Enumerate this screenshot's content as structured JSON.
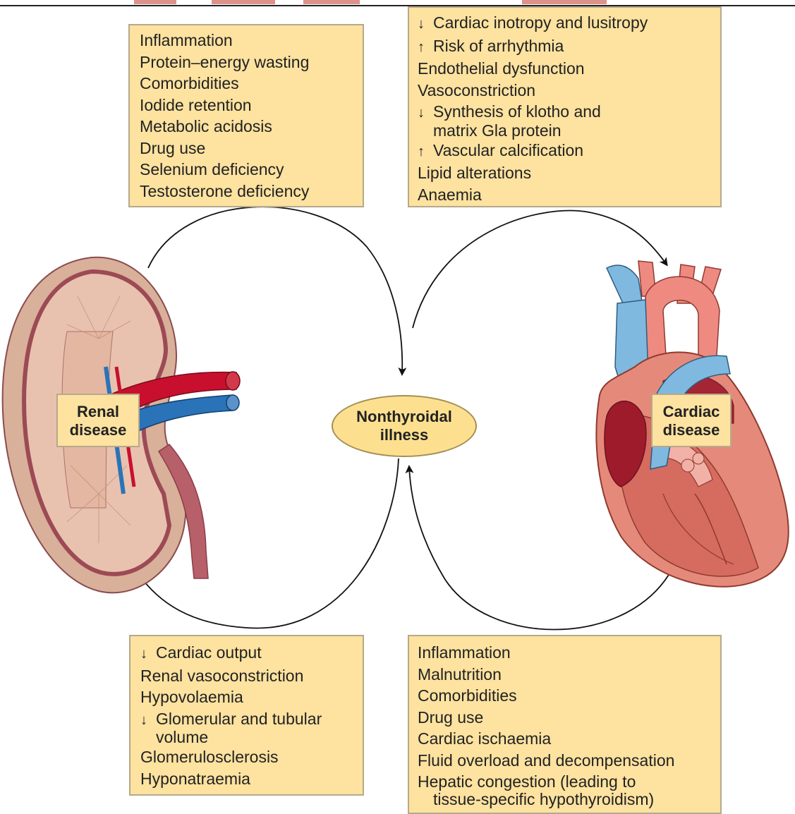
{
  "top_left_box": {
    "items": [
      {
        "arrow": "",
        "text": "Inflammation"
      },
      {
        "arrow": "",
        "text": "Protein–energy wasting"
      },
      {
        "arrow": "",
        "text": "Comorbidities"
      },
      {
        "arrow": "",
        "text": "Iodide retention"
      },
      {
        "arrow": "",
        "text": "Metabolic acidosis"
      },
      {
        "arrow": "",
        "text": "Drug use"
      },
      {
        "arrow": "",
        "text": "Selenium deficiency"
      },
      {
        "arrow": "",
        "text": "Testosterone deficiency"
      }
    ]
  },
  "top_right_box": {
    "items": [
      {
        "arrow": "↓",
        "text": "Cardiac inotropy and lusitropy"
      },
      {
        "arrow": "↑",
        "text": "Risk of arrhythmia"
      },
      {
        "arrow": "",
        "text": "Endothelial dysfunction"
      },
      {
        "arrow": "",
        "text": "Vasoconstriction"
      },
      {
        "arrow": "↓",
        "text": "Synthesis of klotho and",
        "cont": "matrix Gla protein"
      },
      {
        "arrow": "↑",
        "text": "Vascular calcification"
      },
      {
        "arrow": "",
        "text": "Lipid alterations"
      },
      {
        "arrow": "",
        "text": "Anaemia"
      }
    ]
  },
  "bottom_left_box": {
    "items": [
      {
        "arrow": "↓",
        "text": "Cardiac output"
      },
      {
        "arrow": "",
        "text": "Renal vasoconstriction"
      },
      {
        "arrow": "",
        "text": "Hypovolaemia"
      },
      {
        "arrow": "↓",
        "text": "Glomerular and tubular",
        "cont": "volume"
      },
      {
        "arrow": "",
        "text": "Glomerulosclerosis"
      },
      {
        "arrow": "",
        "text": "Hyponatraemia"
      }
    ]
  },
  "bottom_right_box": {
    "items": [
      {
        "arrow": "",
        "text": "Inflammation"
      },
      {
        "arrow": "",
        "text": "Malnutrition"
      },
      {
        "arrow": "",
        "text": "Comorbidities"
      },
      {
        "arrow": "",
        "text": "Drug use"
      },
      {
        "arrow": "",
        "text": "Cardiac ischaemia"
      },
      {
        "arrow": "",
        "text": "Fluid overload and decompensation"
      },
      {
        "arrow": "",
        "text": "Hepatic congestion (leading to",
        "cont": "tissue-specific hypothyroidism)"
      }
    ]
  },
  "labels": {
    "renal_line1": "Renal",
    "renal_line2": "disease",
    "nonthyroidal_line1": "Nonthyroidal",
    "nonthyroidal_line2": "illness",
    "cardiac_line1": "Cardiac",
    "cardiac_line2": "disease"
  },
  "colors": {
    "box_fill": "#fde2a0",
    "box_border": "#b6a98a",
    "kidney_outer": "#d9b099",
    "kidney_rim": "#9c4a55",
    "artery": "#c8102e",
    "vein": "#2a73b8",
    "heart_muscle": "#e58a7a",
    "aorta": "#ee8a80",
    "vena": "#7fb9df"
  },
  "icons": [
    "kidney-illustration",
    "heart-illustration",
    "cycle-arrows"
  ]
}
